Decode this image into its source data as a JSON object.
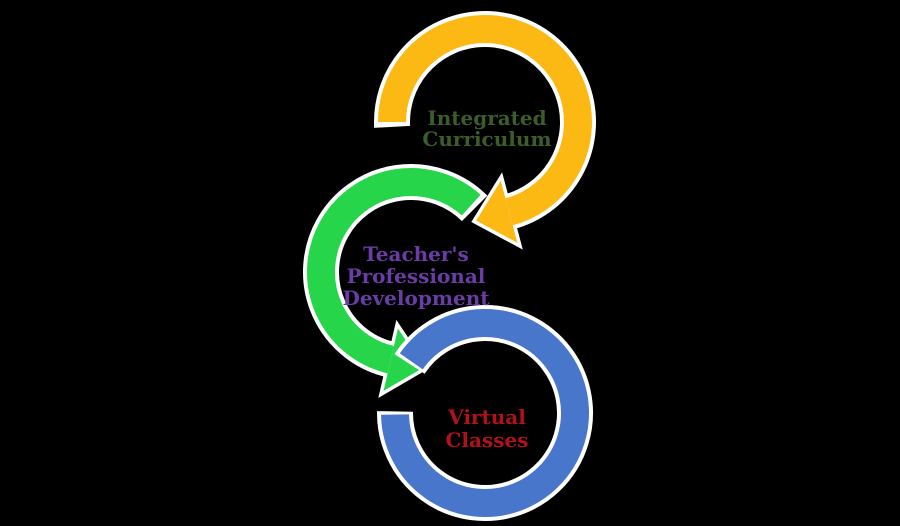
{
  "background_color": "#000000",
  "outline_color": "#FFFFFF",
  "nodes": [
    {
      "id": "integrated-curriculum",
      "label": "Integrated Curriculum",
      "label_lines": [
        "Integrated",
        "Curriculum"
      ],
      "ring_color": "#FCB813",
      "text_color": "#3B5D2C"
    },
    {
      "id": "teachers-professional-development",
      "label": "Teacher's Professional Development",
      "label_lines": [
        "Teacher's",
        "Professional",
        "Development"
      ],
      "ring_color": "#27D54A",
      "text_color": "#6A3CA5"
    },
    {
      "id": "virtual-classes",
      "label": "Virtual Classes",
      "label_lines": [
        "Virtual",
        "Classes"
      ],
      "ring_color": "#4876CB",
      "text_color": "#B0121A"
    }
  ],
  "connections": [
    {
      "from": "integrated-curriculum",
      "to": "teachers-professional-development",
      "arrow_color": "#FCB813"
    },
    {
      "from": "teachers-professional-development",
      "to": "virtual-classes",
      "arrow_color": "#27D54A"
    }
  ]
}
